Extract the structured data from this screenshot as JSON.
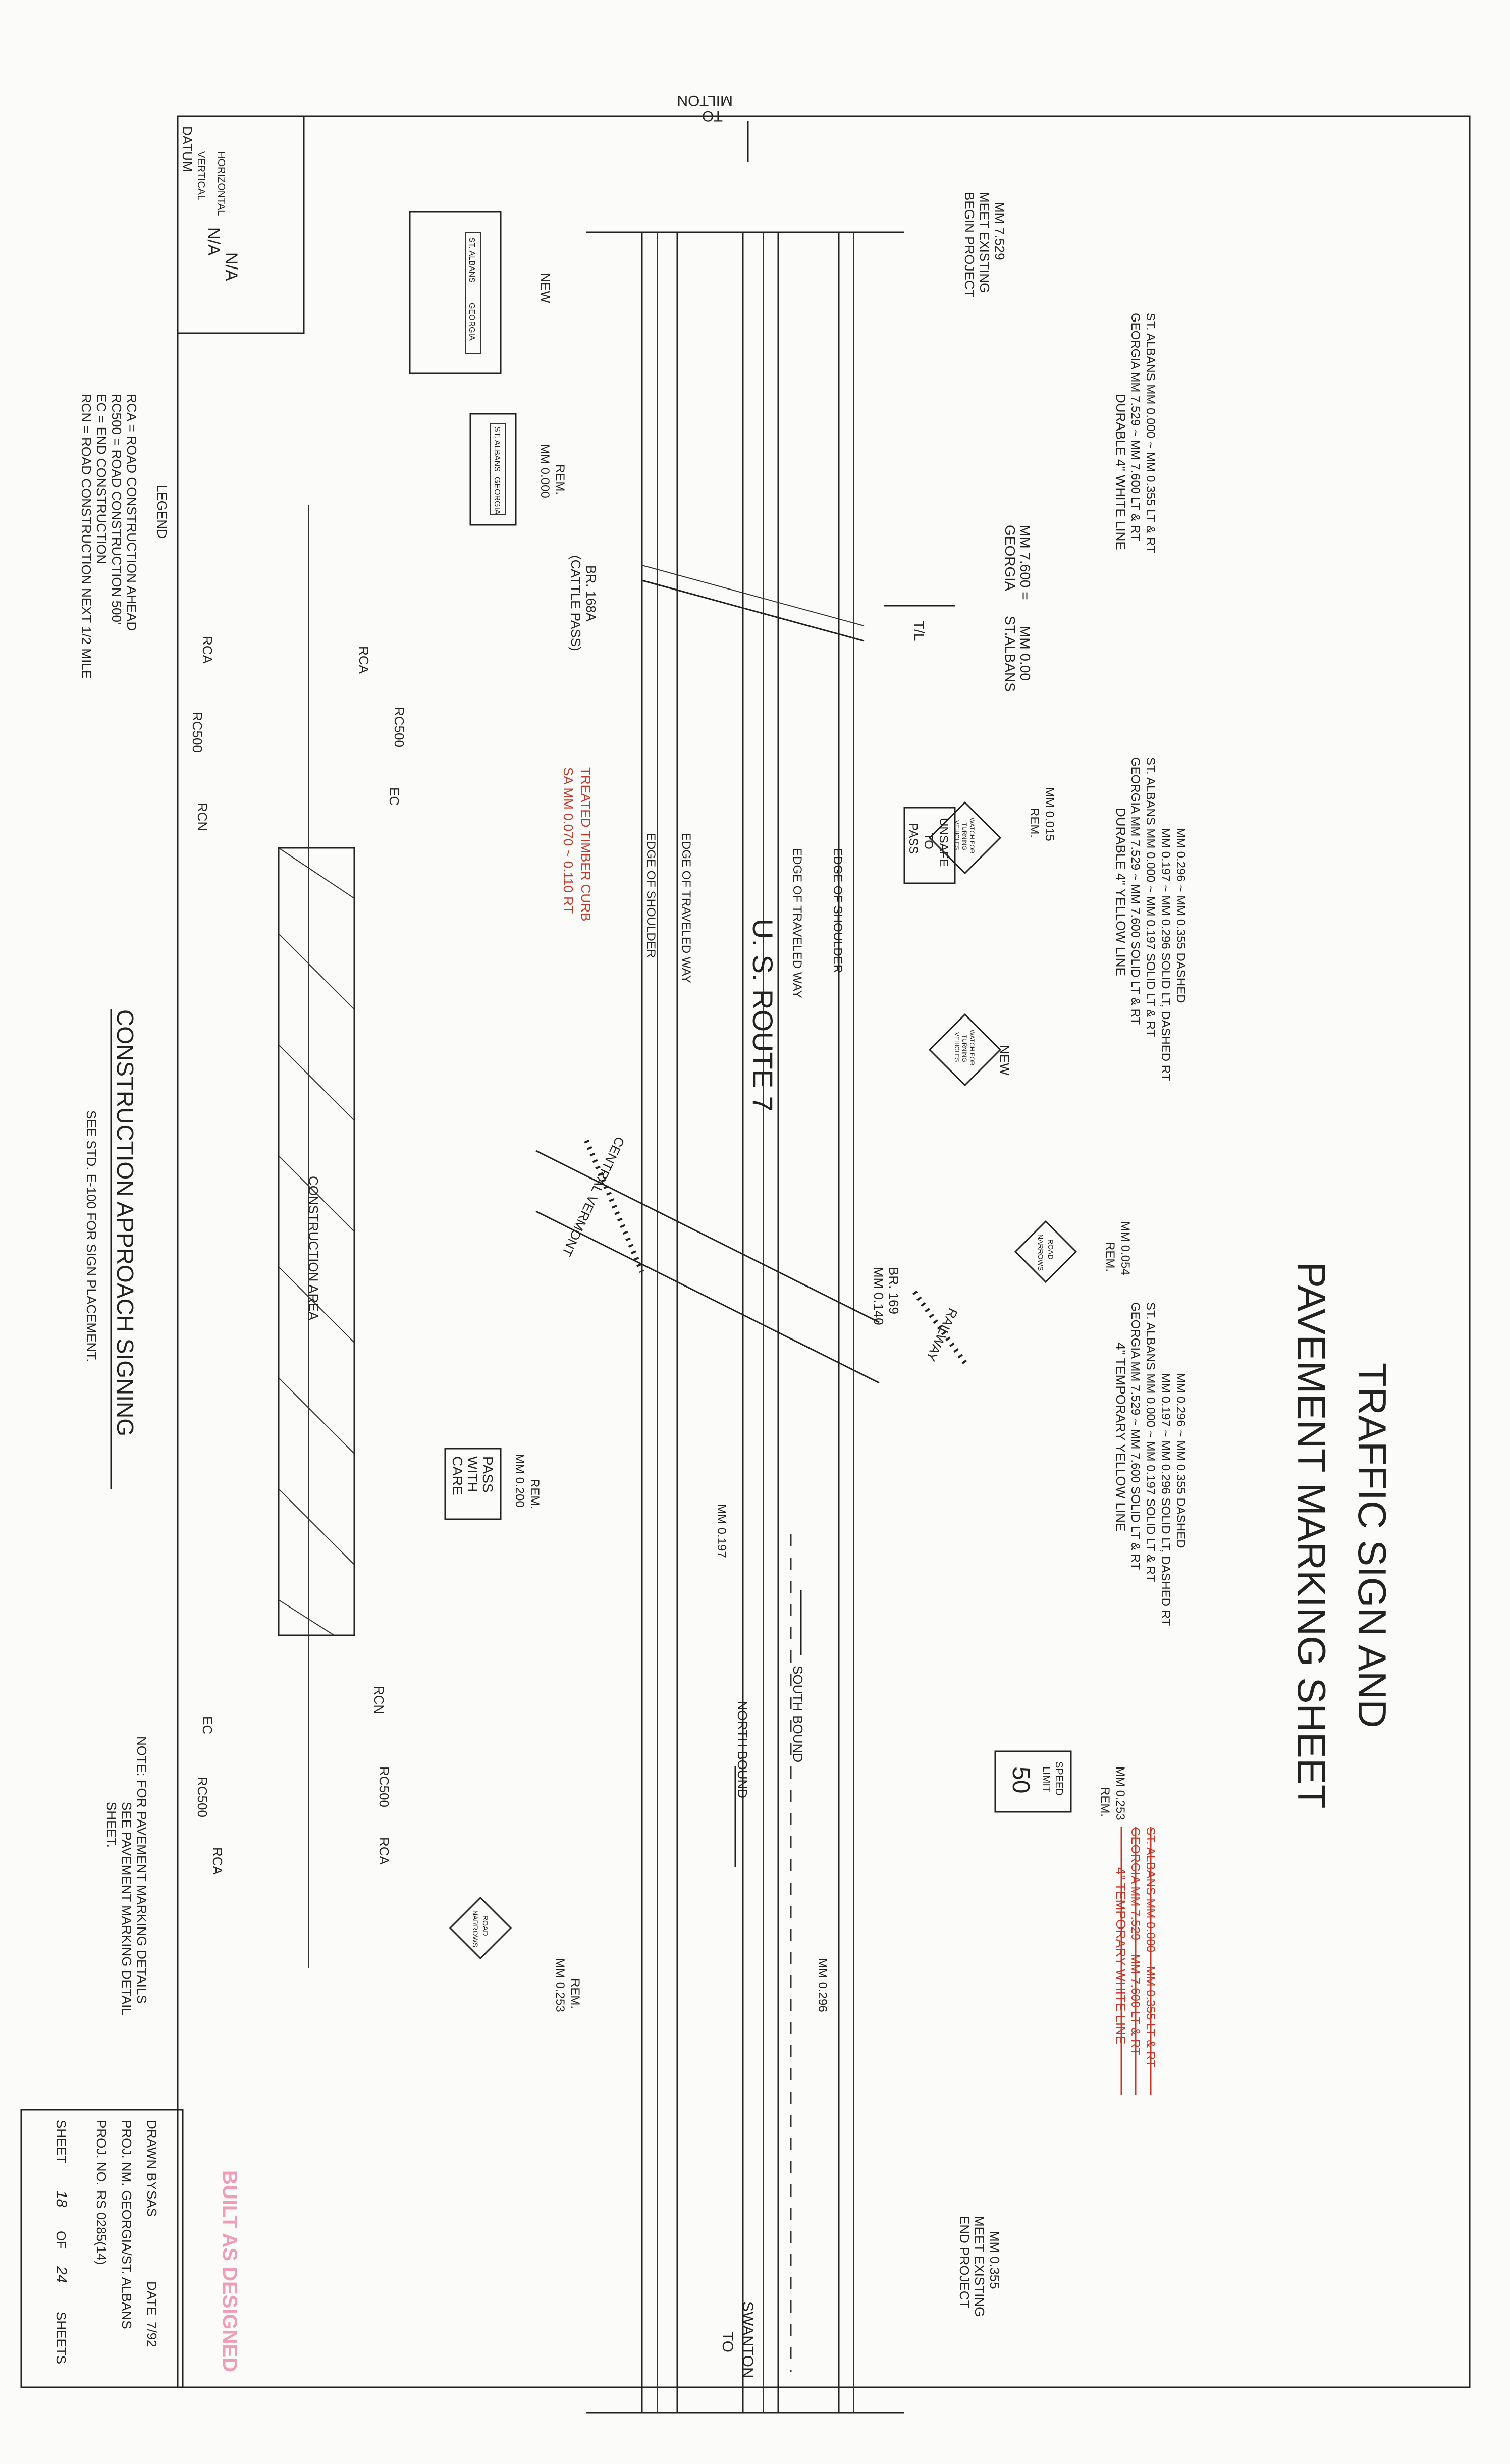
{
  "title": {
    "line1": "TRAFFIC SIGN AND",
    "line2": "PAVEMENT MARKING SHEET"
  },
  "datum": {
    "label": "DATUM",
    "vertical_label": "VERTICAL",
    "vertical_value": "N/A",
    "horizontal_label": "HORIZONTAL",
    "horizontal_value": "N/A"
  },
  "ends": {
    "to_milton": [
      "TO",
      "MILTON"
    ],
    "to_swanton": [
      "TO",
      "SWANTON"
    ],
    "begin": [
      "BEGIN PROJECT",
      "MEET EXISTING",
      "MM 7.529"
    ],
    "end": [
      "END PROJECT",
      "MEET EXISTING",
      "MM 0.355"
    ]
  },
  "notes_white": [
    "DURABLE 4\" WHITE LINE",
    "GEORGIA   MM 7.529 ~ MM 7.600 LT & RT",
    "ST. ALBANS  MM 0.000 ~ MM 0.355 LT & RT"
  ],
  "notes_yellow": [
    "DURABLE 4\" YELLOW LINE",
    "GEORGIA MM 7.529 ~ MM 7.600 SOLID LT & RT",
    "ST. ALBANS MM 0.000 ~ MM 0.197 SOLID LT & RT",
    "MM 0.197 ~ MM 0.296 SOLID LT, DASHED RT",
    "MM 0.296 ~ MM 0.355 DASHED"
  ],
  "notes_temp_yellow": [
    "4\" TEMPORARY YELLOW LINE",
    "GEORGIA MM 7.529 ~ MM 7.600 SOLID LT & RT",
    "ST. ALBANS MM 0.000 ~ MM 0.197 SOLID LT & RT",
    "MM 0.197 ~ MM 0.296 SOLID LT, DASHED RT",
    "MM 0.296 ~ MM 0.355 DASHED"
  ],
  "notes_temp_white": [
    "4\" TEMPORARY WHITE LINE",
    "GEORGIA MM 7.529 ~ MM 7.600 LT & RT",
    "ST. ALBANS MM 0.000 ~ MM 0.355 LT & RT"
  ],
  "townline": {
    "tl": "T/L",
    "left": [
      "GEORGIA",
      "MM 7.600 ="
    ],
    "right": [
      "ST.ALBANS",
      "MM 0.00"
    ]
  },
  "bridges": {
    "br168": [
      "BR. 168A",
      "(CATTLE PASS)"
    ],
    "br169": [
      "BR. 169",
      "MM 0.140"
    ]
  },
  "road": {
    "route": "U. S. ROUTE 7",
    "edge_shoulder": "EDGE OF SHOULDER",
    "edge_traveled": "EDGE OF TRAVELED WAY",
    "south": "SOUTH BOUND",
    "north": "NORTH BOUND",
    "mm197": "MM 0.197",
    "mm296": "MM 0.296"
  },
  "railways": {
    "central": "CENTRAL VERMONT",
    "railway": "RAILWAY"
  },
  "treated": [
    "TREATED TIMBER CURB",
    "SA MM 0.070 ~ 0.110 RT"
  ],
  "signs": {
    "unsafe": [
      "UNSAFE",
      "TO",
      "PASS"
    ],
    "watch1": [
      "WATCH FOR",
      "TURNING",
      "VEHICLES"
    ],
    "watch2": [
      "WATCH FOR",
      "TURNING",
      "VEHICLES"
    ],
    "road_narrows": [
      "ROAD",
      "NARROWS"
    ],
    "speed": [
      "SPEED",
      "LIMIT",
      "50"
    ],
    "pass_care": [
      "PASS",
      "WITH",
      "CARE"
    ],
    "guide_new": [
      "ST. ALBANS",
      "GEORGIA"
    ],
    "guide_rem": [
      "ST. ALBANS",
      "GEORGIA"
    ]
  },
  "sign_labels": {
    "new1": "NEW",
    "new2": "NEW",
    "rem015": [
      "REM.",
      "MM 0.015"
    ],
    "rem054": [
      "REM.",
      "MM 0.054"
    ],
    "rem253a": [
      "REM.",
      "MM 0.253"
    ],
    "rem253b": [
      "REM.",
      "MM 0.253"
    ],
    "rem200": [
      "REM.",
      "MM 0.200"
    ],
    "rem000": [
      "REM.",
      "MM 0.000"
    ]
  },
  "approach": {
    "rca": "RCA",
    "rc500": "RC500",
    "ec": "EC",
    "rcn": "RCN",
    "area": "CONSTRUCTION AREA",
    "title": "CONSTRUCTION APPROACH SIGNING",
    "sub": "SEE STD. E-100 FOR SIGN PLACEMENT."
  },
  "legend": {
    "title": "LEGEND",
    "items": [
      "RCA   = ROAD CONSTRUCTION AHEAD",
      "RC500 = ROAD CONSTRUCTION 500'",
      "EC    = END CONSTRUCTION",
      "RCN   = ROAD CONSTRUCTION NEXT 1/2 MILE"
    ]
  },
  "note": [
    "NOTE:   FOR PAVEMENT MARKING DETAILS",
    "SEE PAVEMENT MARKING DETAIL",
    "SHEET."
  ],
  "stamp": "BUILT AS DESIGNED",
  "titleblock": {
    "drawn_label": "DRAWN BY",
    "drawn": "SAS",
    "date_label": "DATE",
    "date": "7/92",
    "projnm_label": "PROJ. NM.",
    "projnm": "GEORGIA/ST. ALBANS",
    "projno_label": "PROJ. NO.",
    "projno": "RS 0285(14)",
    "sheet_label": "SHEET",
    "sheet": "18",
    "of_label": "OF",
    "total": "24",
    "sheets_label": "SHEETS"
  },
  "colors": {
    "ink": "#222222",
    "red_ink": "#c0392b",
    "stamp": "#ee9cb7"
  }
}
